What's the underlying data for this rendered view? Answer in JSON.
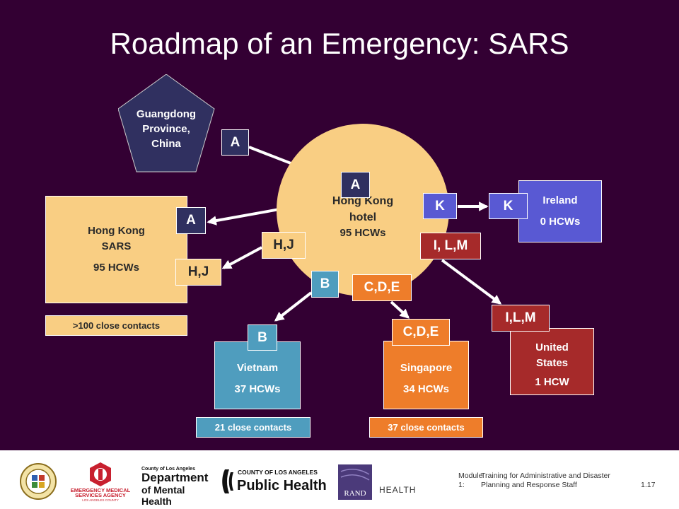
{
  "title": "Roadmap of an Emergency: SARS",
  "nodes": {
    "guangdong": {
      "line1": "Guangdong",
      "line2": "Province,",
      "line3": "China"
    },
    "hotel": {
      "line1": "Hong Kong",
      "line2": "hotel",
      "line3": "95 HCWs"
    },
    "hk_sars": {
      "line1": "Hong Kong",
      "line2": "SARS",
      "line3": "95 HCWs",
      "contacts": ">100 close contacts"
    },
    "ireland": {
      "line1": "Ireland",
      "line2": "0 HCWs"
    },
    "vietnam": {
      "line1": "Vietnam",
      "line2": "37 HCWs",
      "contacts": "21 close contacts"
    },
    "singapore": {
      "line1": "Singapore",
      "line2": "34 HCWs",
      "contacts": "37 close contacts"
    },
    "us": {
      "line1": "United",
      "line2": "States",
      "line3": "1 HCW"
    }
  },
  "tags": {
    "guangdong_a": "A",
    "hotel_a": "A",
    "hksars_a": "A",
    "hotel_hj": "H,J",
    "hksars_hj": "H,J",
    "hotel_k": "K",
    "ireland_k": "K",
    "hotel_ilm": "I, L,M",
    "us_ilm": "I,L,M",
    "hotel_b": "B",
    "vietnam_b": "B",
    "hotel_cde": "C,D,E",
    "singapore_cde": "C,D,E"
  },
  "colors": {
    "background": "#330033",
    "tan": "#F9CE83",
    "navy": "#303060",
    "blue": "#5959D3",
    "red": "#A62A2A",
    "teal": "#4F9DBE",
    "orange": "#EE7D2A"
  },
  "footer": {
    "module_label": "Module 1:",
    "module_line1": "Training for Administrative and Disaster",
    "module_line2": "Planning and Response Staff",
    "page_number": "1.17",
    "logos": {
      "la_seal": "County of Los Angeles",
      "ems_line1": "EMERGENCY MEDICAL",
      "ems_line2": "SERVICES AGENCY",
      "ems_line3": "LOS ANGELES COUNTY",
      "dmh_line0": "County of Los Angeles",
      "dmh_line1": "Department",
      "dmh_line2": "of Mental Health",
      "ph_line1": "COUNTY OF LOS ANGELES",
      "ph_line2": "Public Health",
      "rand": "RAND",
      "health": "HEALTH"
    }
  }
}
